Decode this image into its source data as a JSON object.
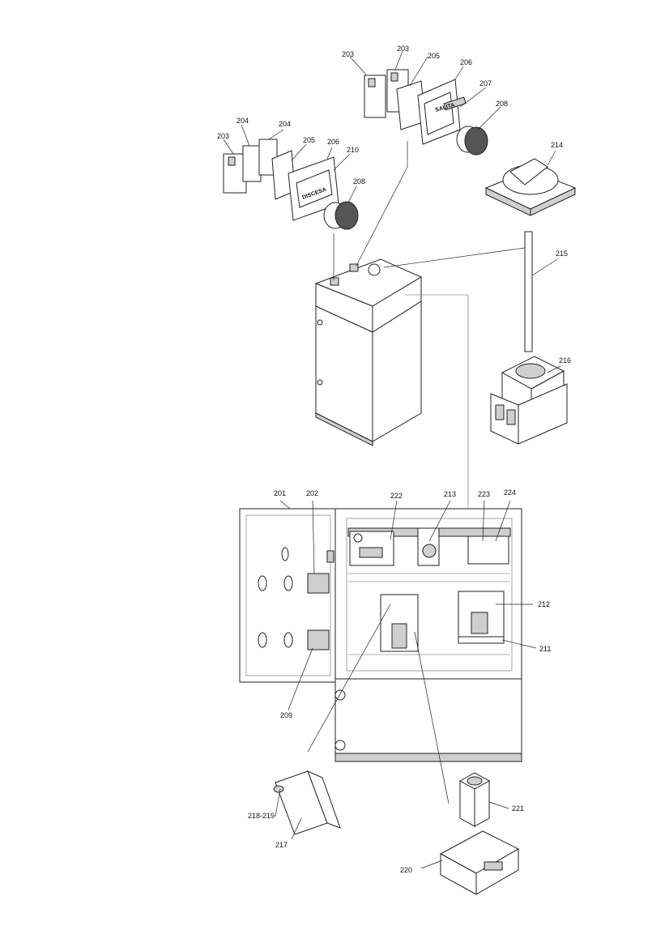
{
  "labels": {
    "l201": "201",
    "l202": "202",
    "l203a": "203",
    "l203b": "203",
    "l203c": "203",
    "l204a": "204",
    "l204b": "204",
    "l205a": "205",
    "l205b": "205",
    "l206a": "206",
    "l206b": "206",
    "l207": "207",
    "l208a": "208",
    "l208b": "208",
    "l209": "209",
    "l210": "210",
    "l211": "211",
    "l212": "212",
    "l213": "213",
    "l214": "214",
    "l215": "215",
    "l216": "216",
    "l217": "217",
    "l218": "218-219",
    "l220": "220",
    "l221": "221",
    "l222": "222",
    "l223": "223",
    "l224": "224"
  },
  "plates": {
    "discesa": "DISCESA",
    "salita": "SALITA"
  }
}
